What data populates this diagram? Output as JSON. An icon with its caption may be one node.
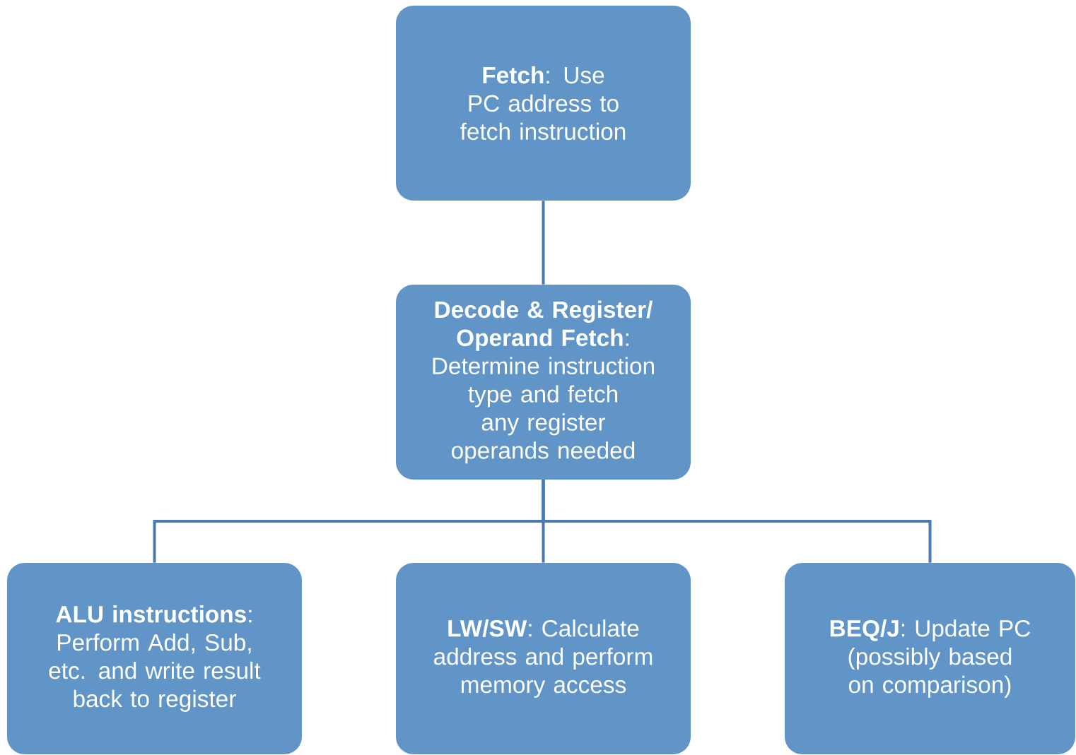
{
  "diagram": {
    "nodes": [
      {
        "text": [
          "**Fetch**: Use PC address to fetch instruction"
        ]
      },
      {
        "text": [
          "**Decode & Register/ Operand Fetch**: Determine instruction type and fetch any register operands needed"
        ]
      },
      {
        "text": [
          "**ALU instructions**: Perform Add, Sub, etc. and write result back to register"
        ]
      },
      {
        "text": [
          "**LW/SW**: Calculate address and perform memory access"
        ]
      },
      {
        "text": [
          "**BEQ/J**: Update PC (possibly based on comparison)"
        ]
      }
    ],
    "edges": [
      {
        "from": 0,
        "to": 1,
        "arrow": "none"
      },
      {
        "from": 1,
        "to": 2,
        "arrow": "none"
      },
      {
        "from": 1,
        "to": 3,
        "arrow": "none"
      },
      {
        "from": 1,
        "to": 4,
        "arrow": "none"
      }
    ]
  }
}
